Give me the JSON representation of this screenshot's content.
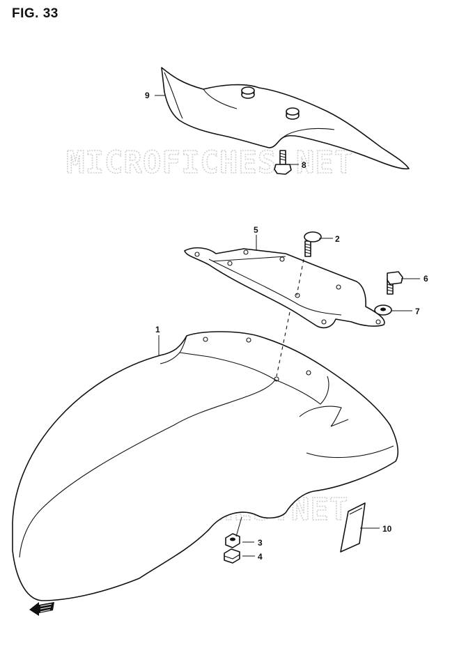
{
  "figure": {
    "title": "FIG. 33"
  },
  "watermark": {
    "text": "MICROFICHES.NET"
  },
  "callouts": [
    {
      "id": "1",
      "label": "1"
    },
    {
      "id": "2",
      "label": "2"
    },
    {
      "id": "3",
      "label": "3"
    },
    {
      "id": "4",
      "label": "4"
    },
    {
      "id": "5",
      "label": "5"
    },
    {
      "id": "6",
      "label": "6"
    },
    {
      "id": "7",
      "label": "7"
    },
    {
      "id": "8",
      "label": "8"
    },
    {
      "id": "9",
      "label": "9"
    },
    {
      "id": "10",
      "label": "10"
    }
  ],
  "icons": {
    "front_arrow": "front-direction-arrow-icon"
  },
  "colors": {
    "line": "#111111",
    "watermark": "#cfcfcf",
    "background": "#ffffff"
  }
}
